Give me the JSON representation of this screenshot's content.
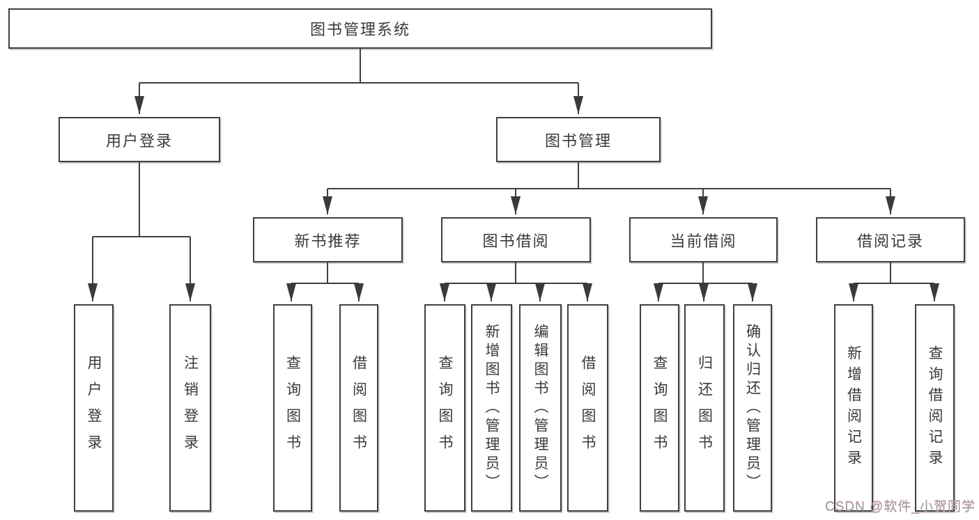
{
  "diagram": {
    "root": {
      "label": "图书管理系统"
    },
    "branches": [
      {
        "label": "用户登录"
      },
      {
        "label": "图书管理"
      }
    ],
    "sections": [
      {
        "label": "新书推荐"
      },
      {
        "label": "图书借阅"
      },
      {
        "label": "当前借阅"
      },
      {
        "label": "借阅记录"
      }
    ],
    "leaves": [
      {
        "label": "用户登录",
        "parent": "用户登录"
      },
      {
        "label": "注销登录",
        "parent": "用户登录"
      },
      {
        "label": "查询图书",
        "parent": "新书推荐"
      },
      {
        "label": "借阅图书",
        "parent": "新书推荐"
      },
      {
        "label": "查询图书",
        "parent": "图书借阅"
      },
      {
        "label": "新增图书（管理员）",
        "parent": "图书借阅"
      },
      {
        "label": "编辑图书（管理员）",
        "parent": "图书借阅"
      },
      {
        "label": "借阅图书",
        "parent": "图书借阅"
      },
      {
        "label": "查询图书",
        "parent": "当前借阅"
      },
      {
        "label": "归还图书",
        "parent": "当前借阅"
      },
      {
        "label": "确认归还（管理员）",
        "parent": "当前借阅"
      },
      {
        "label": "新增借阅记录",
        "parent": "借阅记录"
      },
      {
        "label": "查询借阅记录",
        "parent": "借阅记录"
      }
    ]
  },
  "watermark": {
    "text": "CSDN @软件_小贺同学"
  },
  "colors": {
    "line": "#3f3f3f",
    "text": "#3a3a3a",
    "box_background": "#ffffff",
    "watermark": "#9c9c9c"
  }
}
